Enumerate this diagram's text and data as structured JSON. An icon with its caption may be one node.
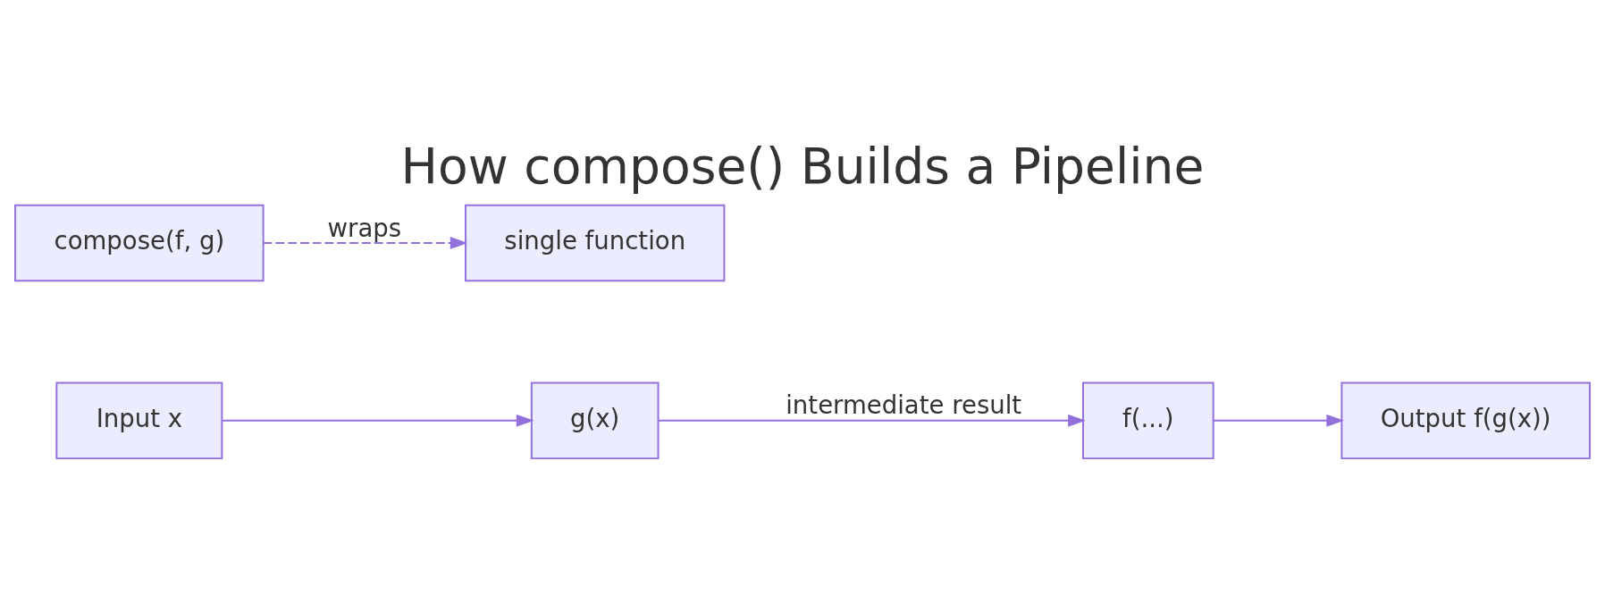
{
  "diagram": {
    "title": "How compose() Builds a Pipeline",
    "nodes": [
      {
        "text": [
          "Input x"
        ]
      },
      {
        "text": [
          "g(x)"
        ]
      },
      {
        "text": [
          "f(...)"
        ]
      },
      {
        "text": [
          "Output f(g(x))"
        ]
      },
      {
        "text": [
          "compose(f, g)"
        ]
      },
      {
        "text": [
          "single function"
        ]
      }
    ],
    "edges": [
      {
        "from": 0,
        "to": 1,
        "arrow": "to"
      },
      {
        "from": 1,
        "to": 2,
        "arrow": "to",
        "label": "intermediate result"
      },
      {
        "from": 2,
        "to": 3,
        "arrow": "to"
      },
      {
        "from": 4,
        "to": 5,
        "arrow": "to",
        "label": "wraps",
        "style": "dashed"
      }
    ]
  }
}
